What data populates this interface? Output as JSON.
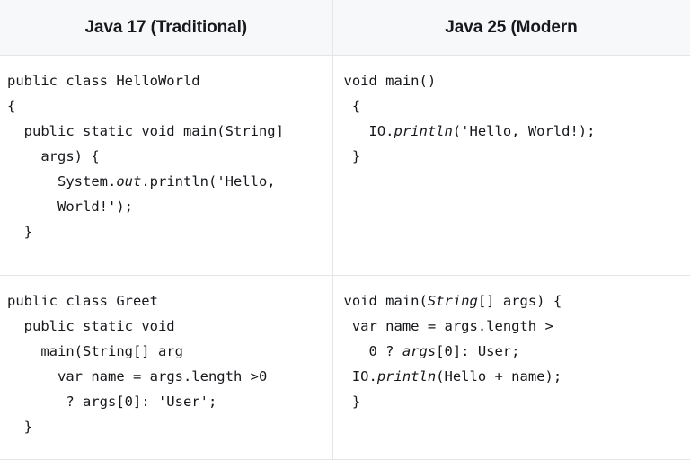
{
  "table": {
    "headers": [
      {
        "label": "Java 17 (Traditional)",
        "name": "header-java17"
      },
      {
        "label": "Java 25 (Modern",
        "name": "header-java25"
      }
    ],
    "rows": [
      {
        "left": {
          "lines": [
            {
              "text": "public class HelloWorld"
            },
            {
              "text": "{"
            },
            {
              "text": "  public static void main(String]"
            },
            {
              "text": "    args) {"
            },
            {
              "text": "      System.",
              "em": "out",
              "tail": ".println('Hello,"
            },
            {
              "text": "      World!');"
            },
            {
              "text": "  }"
            }
          ],
          "plain": "public class HelloWorld\n{\n  public static void main(String]\n    args) {\n      System.out.println('Hello,\n      World!');\n  }"
        },
        "right": {
          "lines": [
            {
              "text": "void main()"
            },
            {
              "text": " {"
            },
            {
              "text": "   IO.",
              "em": "println",
              "tail": "('Hello, World!);"
            },
            {
              "text": " }"
            }
          ],
          "plain": "void main()\n {\n   IO.println('Hello, World!);\n }"
        }
      },
      {
        "left": {
          "lines": [
            {
              "text": "public class Greet"
            },
            {
              "text": "  public static void"
            },
            {
              "text": "    main(String[] arg"
            },
            {
              "text": "      var name = args.length >0"
            },
            {
              "text": "       ? args[0]: 'User';"
            },
            {
              "text": "  }"
            }
          ],
          "plain": "public class Greet\n  public static void\n    main(String[] arg\n      var name = args.length >0\n       ? args[0]: 'User';\n  }"
        },
        "right": {
          "lines": [
            {
              "text": "void main(",
              "em": "String",
              "tail": "[] args) {"
            },
            {
              "text": " var name = args.length >"
            },
            {
              "text": "   0 ? ",
              "em": "args",
              "tail": "[0]: User;"
            },
            {
              "text": " IO.",
              "em": "println",
              "tail": "(Hello + name);"
            },
            {
              "text": " }"
            }
          ],
          "plain": "void main(String[] args) {\n var name = args.length >\n   0 ? args[0]: User;\n IO.println(Hello + name);\n }"
        }
      }
    ]
  },
  "colors": {
    "border": "#e3e5e8",
    "header_background": "#f7f8f9",
    "text": "#16181c",
    "page_background": "#ffffff"
  }
}
